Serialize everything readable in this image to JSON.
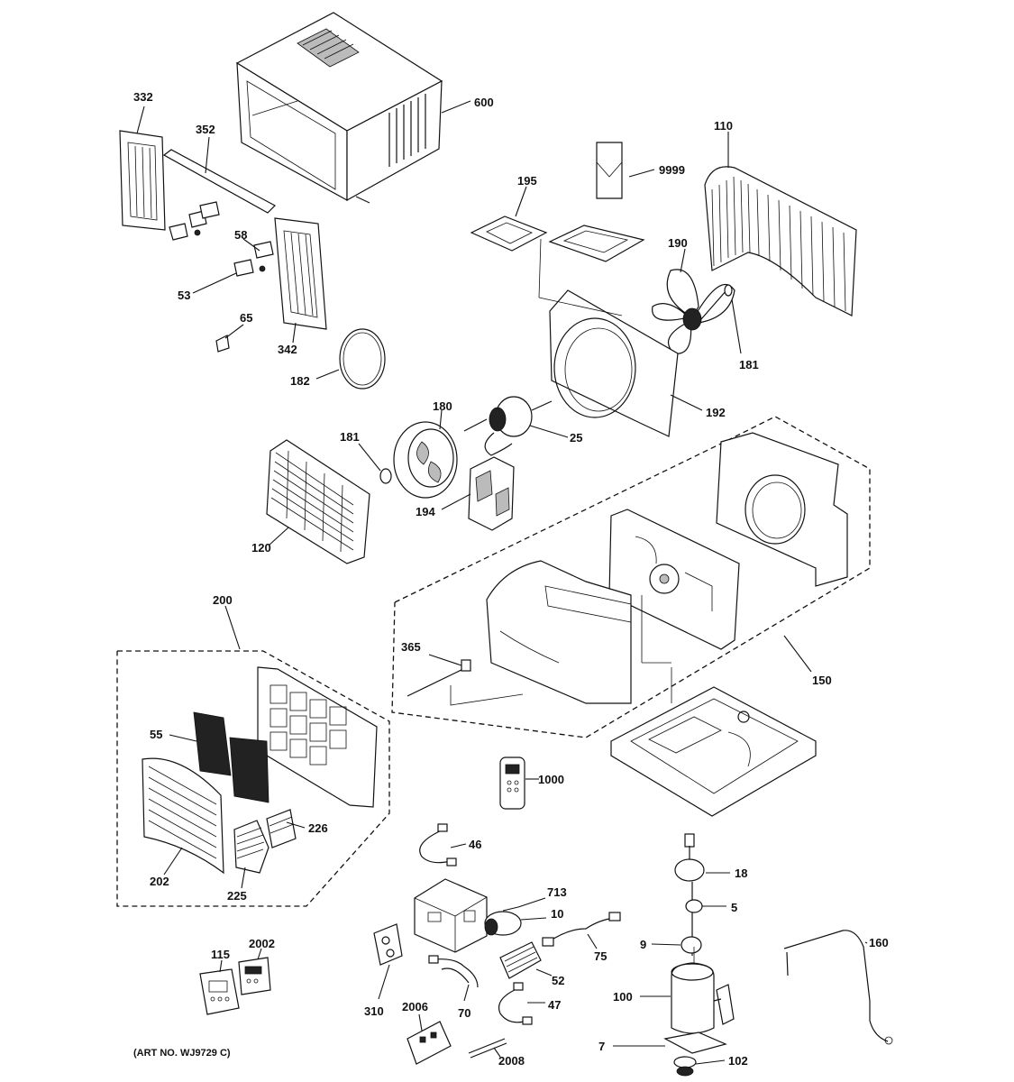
{
  "callouts": {
    "c600": "600",
    "c332": "332",
    "c352": "352",
    "c58": "58",
    "c53": "53",
    "c65": "65",
    "c342": "342",
    "c182": "182",
    "c195": "195",
    "c9999": "9999",
    "c110": "110",
    "c190": "190",
    "c181a": "181",
    "c192": "192",
    "c180": "180",
    "c25": "25",
    "c181b": "181",
    "c194": "194",
    "c120": "120",
    "c150": "150",
    "c365": "365",
    "c200": "200",
    "c55": "55",
    "c226": "226",
    "c202": "202",
    "c225": "225",
    "c1000": "1000",
    "c46": "46",
    "c713": "713",
    "c10": "10",
    "c18": "18",
    "c5": "5",
    "c9": "9",
    "c160": "160",
    "c75": "75",
    "c52": "52",
    "c115": "115",
    "c2002": "2002",
    "c310": "310",
    "c70": "70",
    "c47": "47",
    "c100": "100",
    "c2006": "2006",
    "c2008": "2008",
    "c7": "7",
    "c102": "102"
  },
  "art_number": "(ART NO. WJ9729 C)"
}
